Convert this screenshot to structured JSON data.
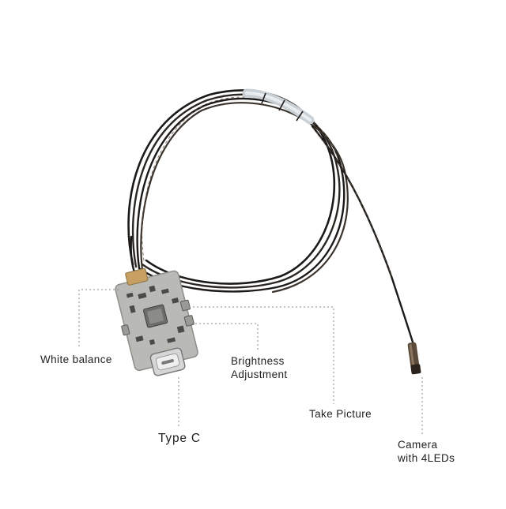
{
  "labels": {
    "white_balance": "White balance",
    "brightness_line1": "Brightness",
    "brightness_line2": "Adjustment",
    "take_picture": "Take Picture",
    "type_c": "Type C",
    "camera_line1": "Camera",
    "camera_line2": "with 4LEDs"
  },
  "colors": {
    "background": "#ffffff",
    "cable": "#1c1a18",
    "cable_highlight": "#6a5a4a",
    "pcb": "#b9b9b6",
    "pcb_dark": "#8d8d8a",
    "connector": "#cfcfcf",
    "tape": "#c9d0d6",
    "callout_line": "#8a8a8a",
    "text": "#1f1f1f"
  }
}
